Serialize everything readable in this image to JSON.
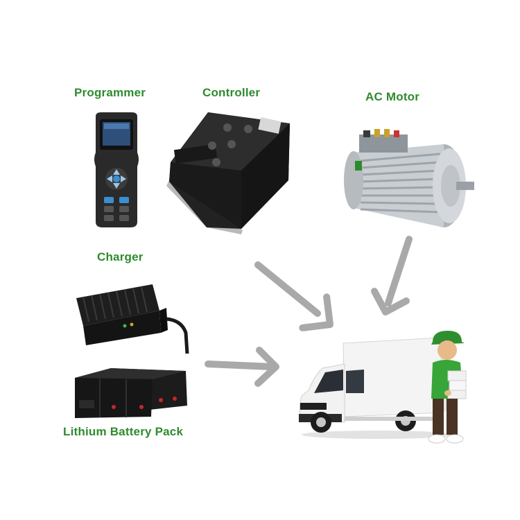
{
  "labels": {
    "programmer": "Programmer",
    "controller": "Controller",
    "ac_motor": "AC Motor",
    "charger": "Charger",
    "battery": "Lithium Battery Pack"
  },
  "colors": {
    "label_green": "#2e8b2e",
    "arrow_gray": "#a9a9a9",
    "device_black": "#1c1c1c",
    "motor_silver": "#c9ced3",
    "truck_white": "#f4f4f4",
    "man_shirt_green": "#37a537"
  },
  "icons": [
    "programmer-device-icon",
    "controller-box-icon",
    "ac-motor-icon",
    "charger-unit-icon",
    "battery-pack-icon",
    "box-truck-icon",
    "delivery-man-icon"
  ]
}
